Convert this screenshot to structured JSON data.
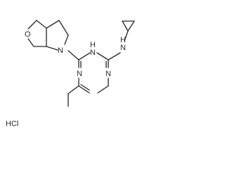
{
  "structure": {
    "atoms": {
      "oxygen": "O",
      "n_ring": "N",
      "n_top": "N",
      "h_top": "H",
      "n_left": "N",
      "n_right": "N",
      "n_amine": "N",
      "h_amine": "H",
      "salt": "HCl"
    }
  }
}
